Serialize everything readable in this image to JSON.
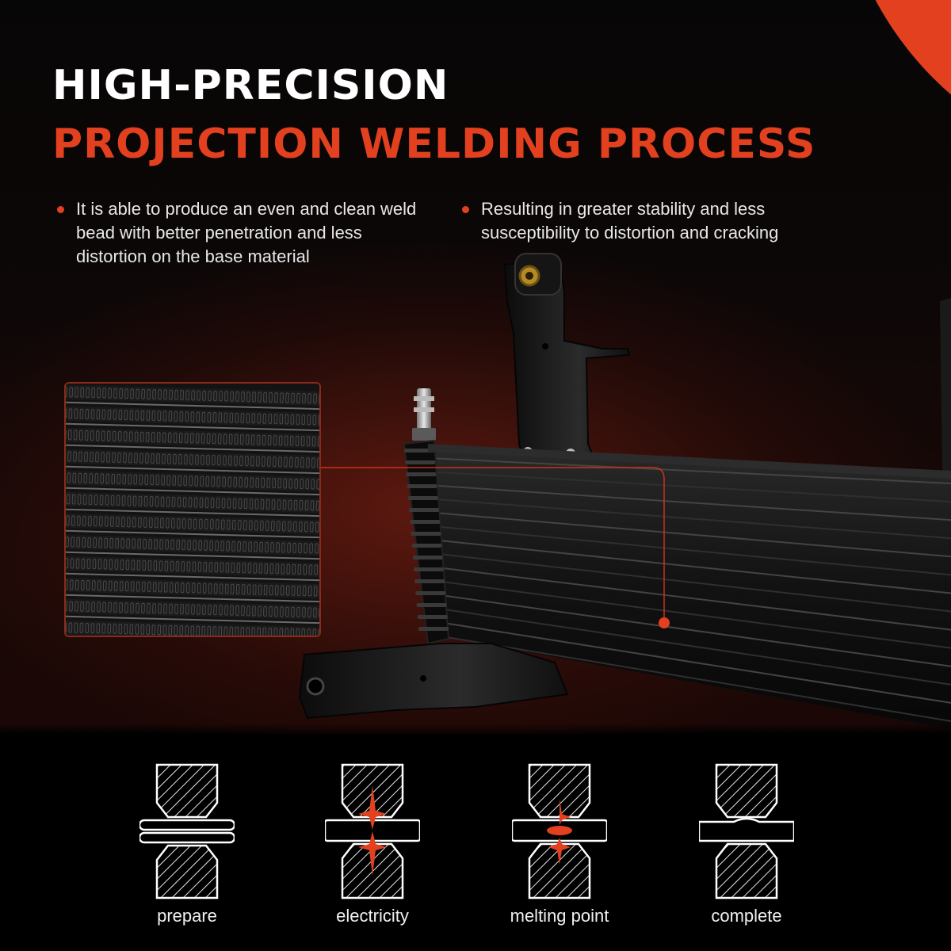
{
  "headline": {
    "line1": "HIGH-PRECISION",
    "line2": "PROJECTION WELDING PROCESS"
  },
  "bullets": [
    {
      "text": "It is able to produce an even and clean weld bead with better penetration and less distortion on the base material"
    },
    {
      "text": "Resulting in greater stability and less susceptibility to distortion and cracking"
    }
  ],
  "steps": [
    {
      "label": "prepare"
    },
    {
      "label": "electricity"
    },
    {
      "label": "melting point"
    },
    {
      "label": "complete"
    }
  ],
  "colors": {
    "accent": "#e2401f",
    "background": "#000000",
    "text": "#ffffff"
  }
}
